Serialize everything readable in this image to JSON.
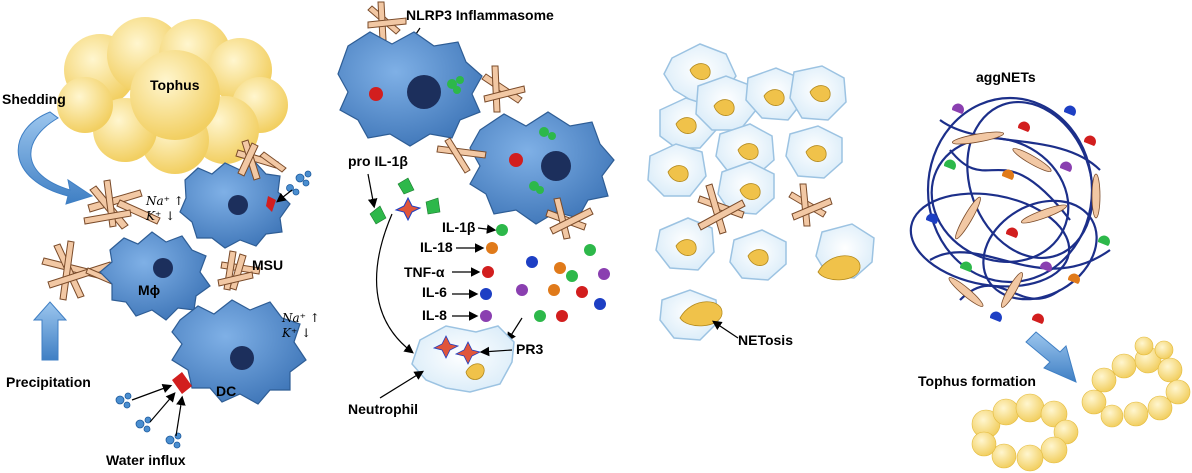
{
  "colors": {
    "cell": "#4f86c6",
    "cell_edge": "#2e5d95",
    "nucleus": "#1c2f5c",
    "tophus": "#f7d778",
    "crystal": "#f2c8a4",
    "crystal_edge": "#7a4b2a",
    "neutrophil_fill": "#eaf4fb",
    "neutrophil_edge": "#9cc3e2",
    "dna": "#f0c24a",
    "net_strand": "#1c2f8a",
    "flow_arrow": "#5b9bd5",
    "ball_green": "#2db84a",
    "ball_orange": "#e07a1a",
    "ball_red": "#d21e1e",
    "ball_blue": "#1d3fc4",
    "ball_purple": "#8a3fb0"
  },
  "panel1": {
    "tophus_label": "Tophus",
    "shedding_label": "Shedding",
    "msu_label": "MSU",
    "macrophage_label": "Mϕ",
    "dc_label": "DC",
    "precipitation_label": "Precipitation",
    "water_influx_label": "Water influx",
    "ion_na": "Na⁺ ↑",
    "ion_k": "K⁺ ↓"
  },
  "panel2": {
    "inflammasome_label": "NLRP3 Inflammasome",
    "pro_il1b_label": "pro IL-1β",
    "cytokines": [
      "IL-1β",
      "IL-18",
      "TNF-α",
      "IL-6",
      "IL-8"
    ],
    "cytokine_icons": [
      "green-ball-icon",
      "orange-ball-icon",
      "red-ball-icon",
      "blue-ball-icon",
      "purple-ball-icon"
    ],
    "pr3_label": "PR3",
    "neutrophil_label": "Neutrophil"
  },
  "panel3": {
    "netosis_label": "NETosis"
  },
  "panel4": {
    "aggnets_label": "aggNETs",
    "tophus_formation_label": "Tophus formation"
  }
}
